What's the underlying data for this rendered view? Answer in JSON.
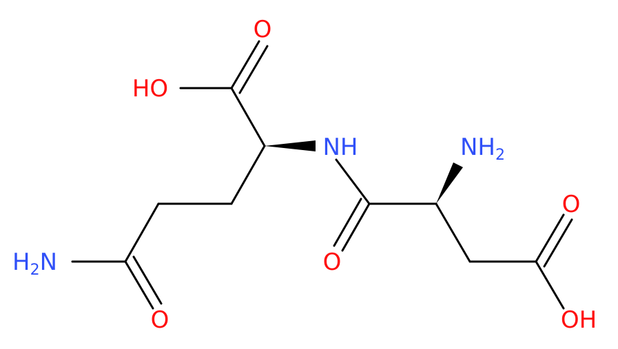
{
  "colors": {
    "bond": "#000000",
    "oxygen": "#ff0d0d",
    "nitrogen": "#3050f8",
    "background": "#ffffff"
  },
  "atoms": {
    "o_top": "O",
    "oh_top": "HO",
    "nh": "NH",
    "nh2_top_main": "NH",
    "nh2_top_sub": "2",
    "o_right": "O",
    "o_amide_mid": "O",
    "h2n_left_main": "H",
    "h2n_left_sub": "2",
    "h2n_left_tail": "N",
    "o_bottom": "O",
    "oh_bottom": "OH"
  }
}
